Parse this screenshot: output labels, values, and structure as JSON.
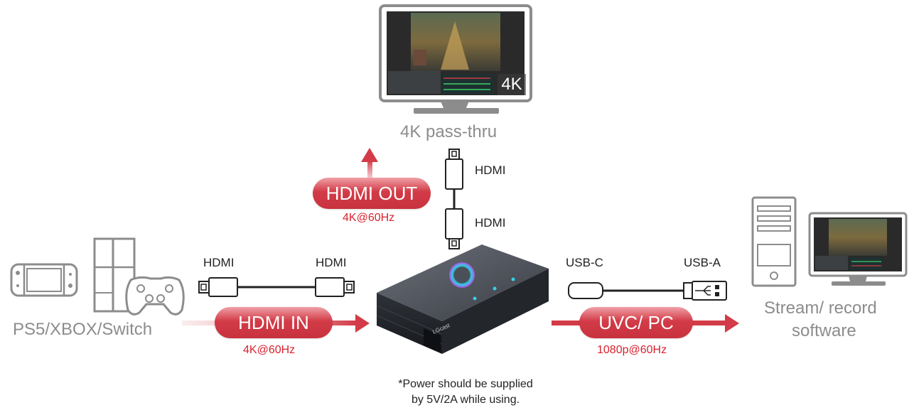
{
  "monitor": {
    "badge": "4K",
    "caption": "4K pass-thru"
  },
  "source": {
    "caption": "PS5/XBOX/Switch"
  },
  "destination": {
    "caption_line1": "Stream/ record",
    "caption_line2": "software"
  },
  "hdmi_out": {
    "label": "HDMI OUT",
    "spec": "4K@60Hz"
  },
  "hdmi_in": {
    "label": "HDMI IN",
    "spec": "4K@60Hz"
  },
  "uvc": {
    "label": "UVC/ PC",
    "spec": "1080p@60Hz"
  },
  "cables": {
    "top_upper": "HDMI",
    "top_lower": "HDMI",
    "left_a": "HDMI",
    "left_b": "HDMI",
    "right_a": "USB-C",
    "right_b": "USB-A"
  },
  "device": {
    "brand": "LGcast"
  },
  "note": {
    "line1": "*Power should be supplied",
    "line2": "by 5V/2A while using."
  },
  "colors": {
    "accent": "#d23b47",
    "icon_grey": "#8c8c8c",
    "device_dark": "#2c2f36"
  }
}
